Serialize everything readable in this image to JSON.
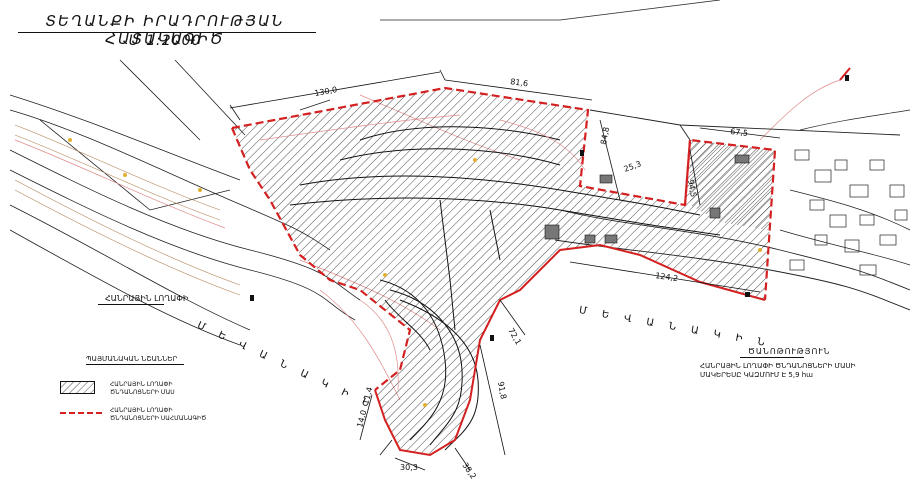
{
  "title": "ՏԵՂԱՆՔԻ ԻՐԱԴՐՈՒԹՅԱՆ ՀԱՏԱԿԱԳԻԾ",
  "scale": "Մ 1:2000",
  "streets": {
    "left": "Մ Ե Վ Ա Ն Ա Կ Ի Ն",
    "right": "Մ Ե Վ Ա Ն Ա Կ Ի Ն"
  },
  "area_label": "ՀԱՆՐԱՅԻՆ ԼՈՂԱՓԻ",
  "dimensions": [
    "130,0",
    "81,6",
    "67,5",
    "124,2",
    "72,1",
    "91,8",
    "38,2",
    "30,3",
    "14,0",
    "11,4",
    "25,3",
    "94,5",
    "84,8"
  ],
  "legend": {
    "title": "ՊԱՅՄԱՆԱԿԱՆ ՆՇԱՆՆԵՐ",
    "items": [
      {
        "type": "hatch",
        "label": "ՀԱՆՐԱՅԻՆ ԼՈՂԱՓԻ ԾՆԴԱՆՈՑՆԵՐԻ ՄԱՍ"
      },
      {
        "type": "dashed-line",
        "label": "ՀԱՆՐԱՅԻՆ ԼՈՂԱՓԻ ԾՆԴԱՆՈՑՆԵՐԻ ՍԱՀՄԱՆԱԳԻԾ"
      }
    ]
  },
  "note": {
    "title": "ԾԱՆՈԹՈՒԹՅՈՒՆ",
    "text": "ՀԱՆՐԱՅԻՆ ԼՈՂԱՓԻ ԾՆԴԱՆՈՑՆԵՐԻ ՄԱՍԻ ՄԱԿԵՐԵՍԸ ԿԱԶՄՈՒՄ Է 5,9 հա"
  },
  "colors": {
    "boundary": "#d42020",
    "line": "#111111",
    "contour": "#e08a8a"
  }
}
